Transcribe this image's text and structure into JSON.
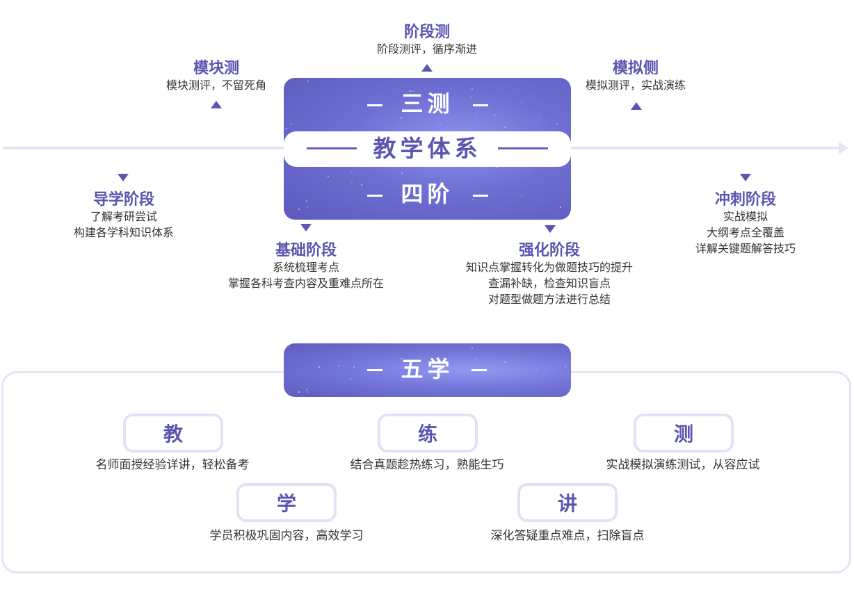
{
  "center": {
    "top_label": "三测",
    "main_label": "教学体系",
    "bottom_label": "四阶"
  },
  "tests": [
    {
      "title": "模块测",
      "desc": "模块测评，不留死角"
    },
    {
      "title": "阶段测",
      "desc": "阶段测评，循序渐进"
    },
    {
      "title": "模拟侧",
      "desc": "模拟测评，实战演练"
    }
  ],
  "stages": [
    {
      "title": "导学阶段",
      "lines": [
        "了解考研尝试",
        "构建各学科知识体系"
      ]
    },
    {
      "title": "基础阶段",
      "lines": [
        "系统梳理考点",
        "掌握各科考查内容及重难点所在"
      ]
    },
    {
      "title": "强化阶段",
      "lines": [
        "知识点掌握转化为做题技巧的提升",
        "查漏补缺，检查知识盲点",
        "对题型做题方法进行总结"
      ]
    },
    {
      "title": "冲刺阶段",
      "lines": [
        "实战模拟",
        "大纲考点全覆盖",
        "详解关键题解答技巧"
      ]
    }
  ],
  "five": {
    "header": "五学",
    "items": [
      {
        "label": "教",
        "desc": "名师面授经验详讲，轻松备考"
      },
      {
        "label": "练",
        "desc": "结合真题趁热练习，熟能生巧"
      },
      {
        "label": "测",
        "desc": "实战模拟演练测试，从容应试"
      },
      {
        "label": "学",
        "desc": "学员积极巩固内容，高效学习"
      },
      {
        "label": "讲",
        "desc": "深化答疑重点难点，扫除盲点"
      }
    ]
  },
  "colors": {
    "accent": "#5b55b0",
    "panel": "#6e6fd2",
    "line": "#e6e4f3"
  }
}
